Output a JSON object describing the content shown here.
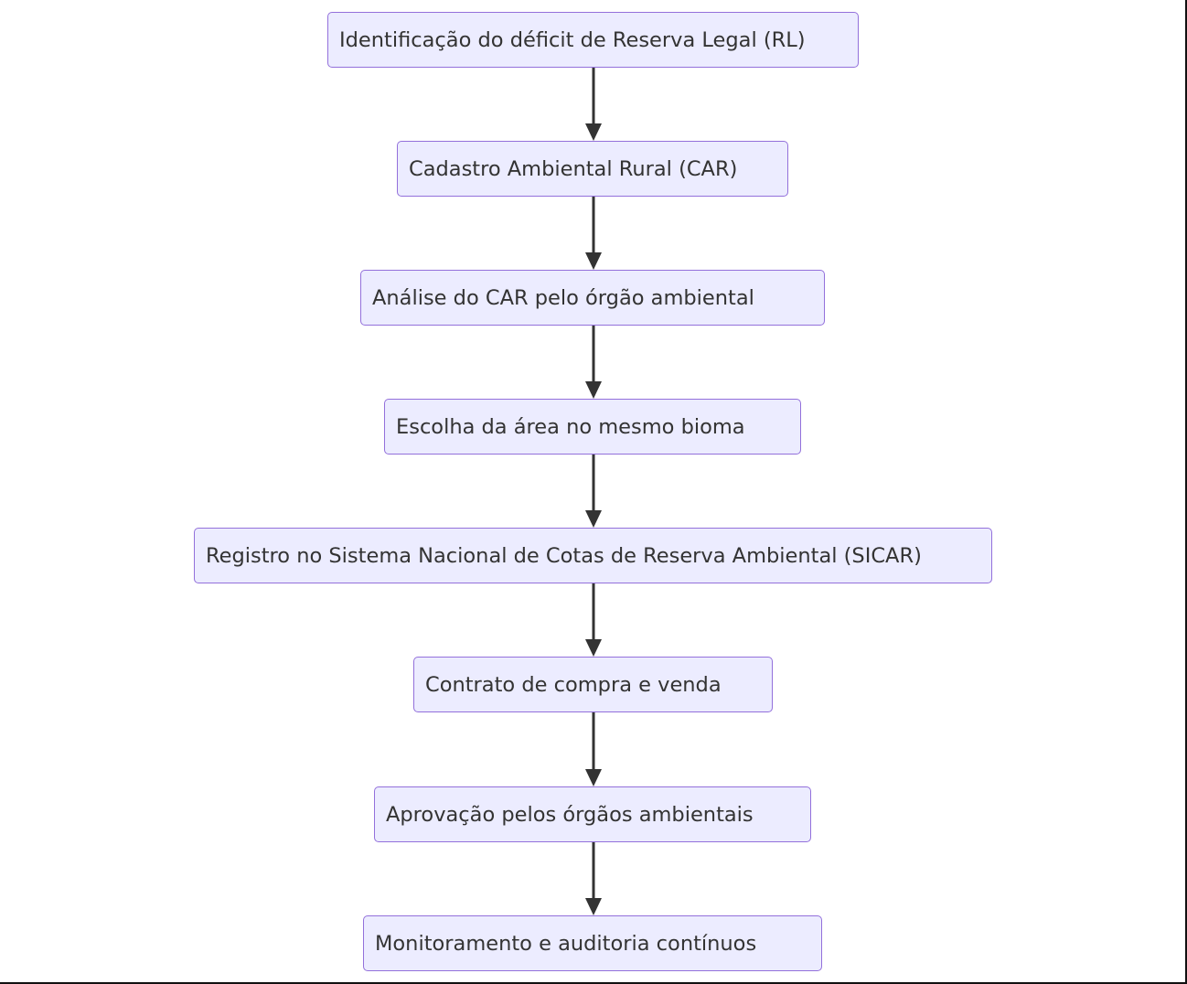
{
  "flowchart": {
    "steps": [
      "Identificação do déficit de Reserva Legal (RL)",
      "Cadastro Ambiental Rural (CAR)",
      "Análise do CAR pelo órgão ambiental",
      "Escolha da área no mesmo bioma",
      "Registro no Sistema Nacional de Cotas de Reserva Ambiental (SICAR)",
      "Contrato de compra e venda",
      "Aprovação pelos órgãos ambientais",
      "Monitoramento e auditoria contínuos"
    ]
  },
  "colors": {
    "node_fill": "#ececff",
    "node_border": "#9370db",
    "text": "#333333",
    "arrow": "#333333"
  }
}
